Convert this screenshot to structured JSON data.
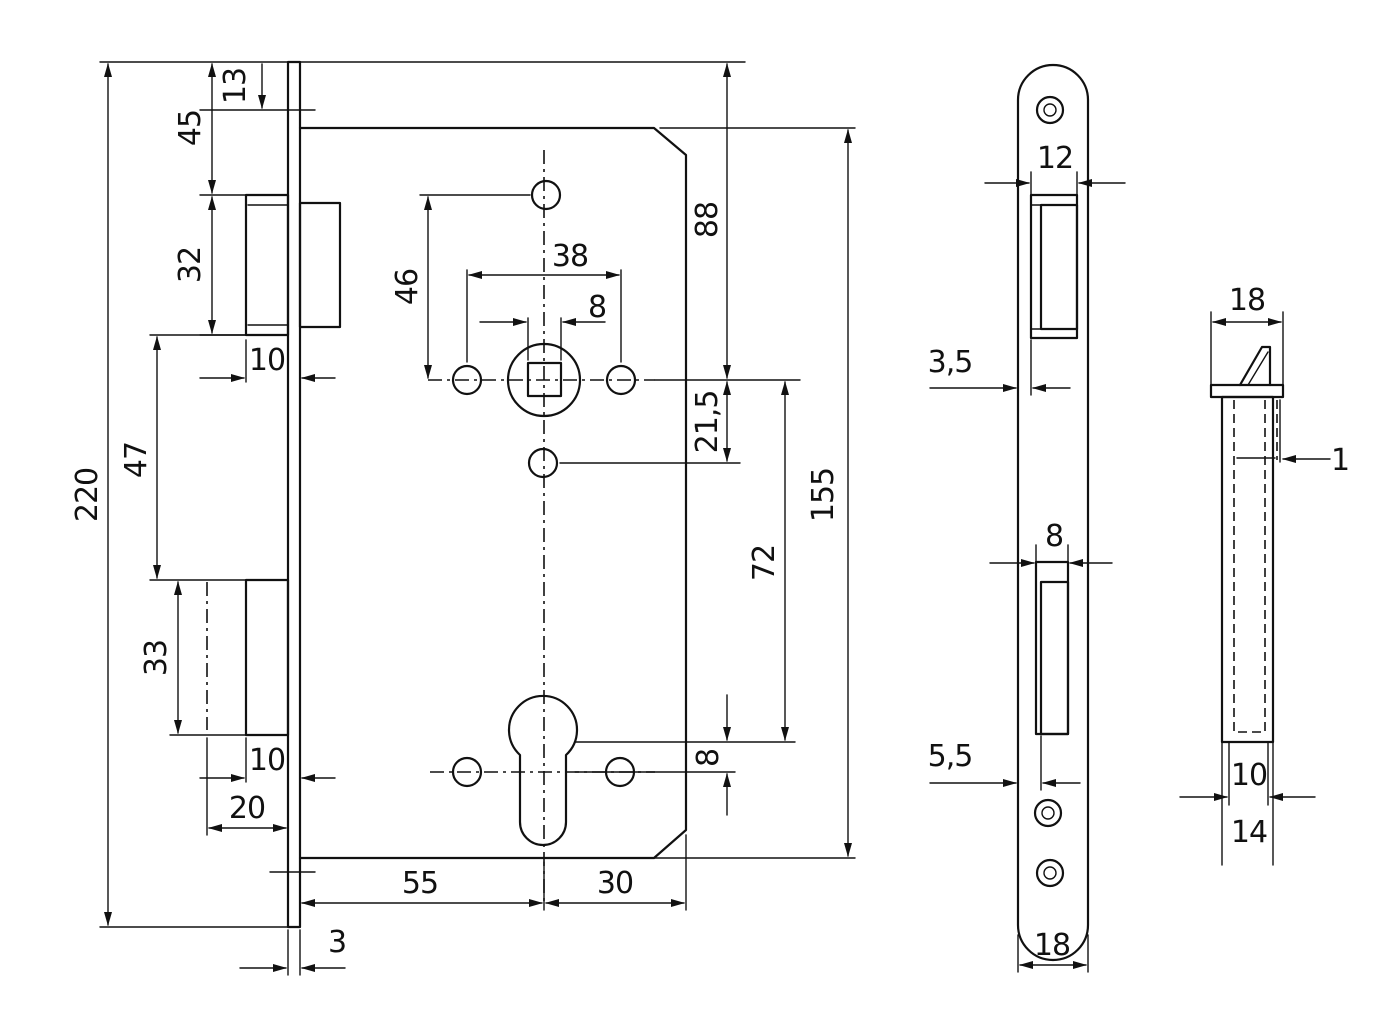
{
  "front_view": {
    "dims": {
      "height_total": "220",
      "top_to_latch": "45",
      "top_offset": "13",
      "latch_height": "32",
      "gap_47": "47",
      "bolt_height": "33",
      "latch_proj": "10",
      "bolt_proj": "10",
      "backset_20": "20",
      "forend_thick": "3",
      "backset_55": "55",
      "case_30": "30",
      "spindle_to_top": "88",
      "case_height": "155",
      "follower_46": "46",
      "rose_38": "38",
      "spindle_8": "8",
      "spindle_21_5": "21,5",
      "spindle_cyl_72": "72",
      "cyl_8": "8"
    }
  },
  "side_view": {
    "dims": {
      "latch_width": "12",
      "offset_3_5": "3,5",
      "bolt_width": "8",
      "offset_5_5": "5,5",
      "forend_width": "18"
    }
  },
  "strike_view": {
    "dims": {
      "width_top": "18",
      "lip": "1",
      "inner_10": "10",
      "outer_14": "14"
    }
  }
}
